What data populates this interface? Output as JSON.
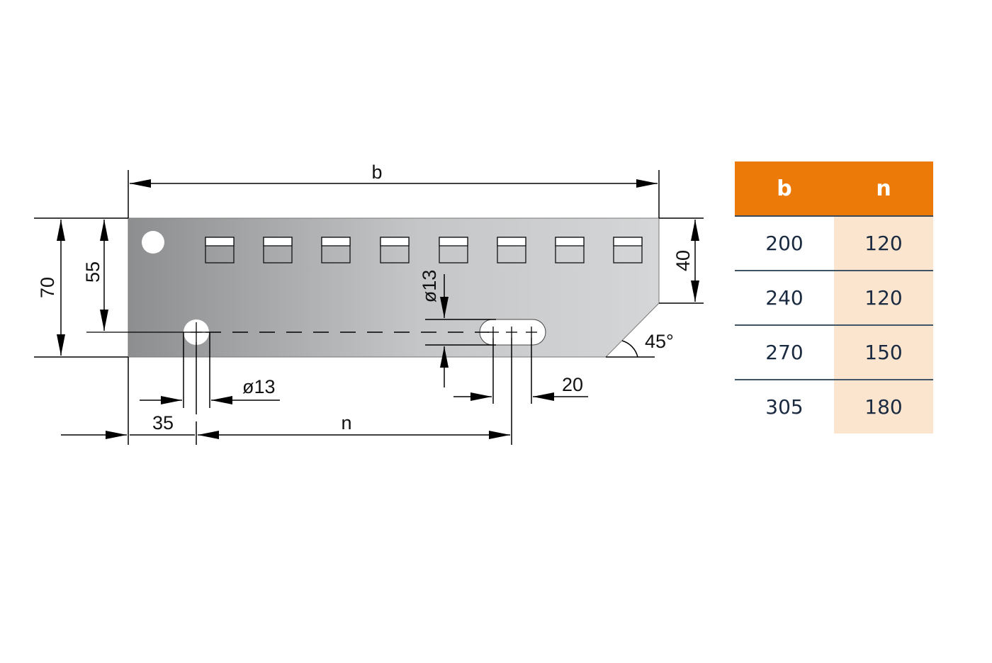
{
  "drawing": {
    "width_label": "b",
    "offset_label": "n",
    "height_total": "70",
    "height_hole": "55",
    "height_right": "40",
    "hole_diameter_left": "ø13",
    "hole_diameter_slot": "ø13",
    "edge_offset": "35",
    "slot_length": "20",
    "chamfer_angle": "45°",
    "slot_count": 8
  },
  "table": {
    "headers": [
      "b",
      "n"
    ],
    "rows": [
      {
        "b": "200",
        "n": "120"
      },
      {
        "b": "240",
        "n": "120"
      },
      {
        "b": "270",
        "n": "150"
      },
      {
        "b": "305",
        "n": "180"
      }
    ],
    "header_color": "#ec7a08",
    "highlight_color": "#fce5cf"
  }
}
